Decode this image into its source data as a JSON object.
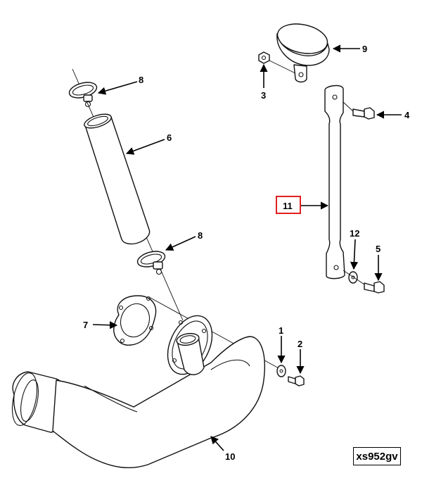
{
  "diagram": {
    "callouts": {
      "c1": "1",
      "c2": "2",
      "c3": "3",
      "c4": "4",
      "c5": "5",
      "c6": "6",
      "c7": "7",
      "c8a": "8",
      "c8b": "8",
      "c9": "9",
      "c10": "10",
      "c11": "11",
      "c12": "12"
    },
    "highlighted_callout": "11",
    "highlight_color": "#e02020",
    "reference_code": "xs952gv"
  }
}
